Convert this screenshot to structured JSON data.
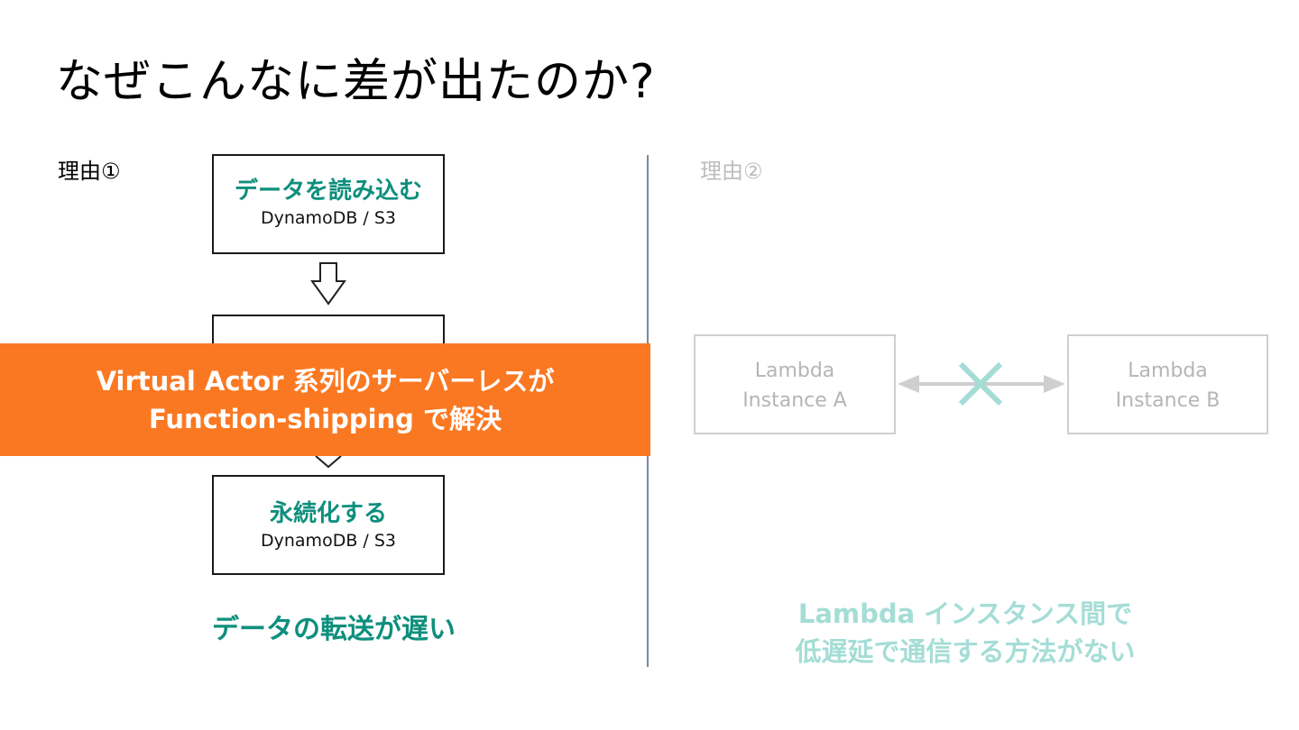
{
  "slide": {
    "title": "なぜこんなに差が出たのか?",
    "left_heading": "理由①",
    "right_heading": "理由②",
    "flow": {
      "step1_title": "データを読み込む",
      "step1_sub": "DynamoDB / S3",
      "step3_title": "永続化する",
      "step3_sub": "DynamoDB / S3"
    },
    "left_conclusion": "データの転送が遅い",
    "banner_line1": "Virtual Actor 系列のサーバーレスが",
    "banner_line2": "Function-shipping で解決",
    "lambda_a_line1": "Lambda",
    "lambda_a_line2": "Instance A",
    "lambda_b_line1": "Lambda",
    "lambda_b_line2": "Instance B",
    "right_conclusion_line1": "Lambda インスタンス間で",
    "right_conclusion_line2": "低遅延で通信する方法がない"
  },
  "colors": {
    "accent_teal": "#0e8f7d",
    "faded_teal": "#a4ddd6",
    "banner_orange": "#fb7822",
    "faded_gray": "#bdbdbd",
    "divider": "#7b8a99"
  }
}
